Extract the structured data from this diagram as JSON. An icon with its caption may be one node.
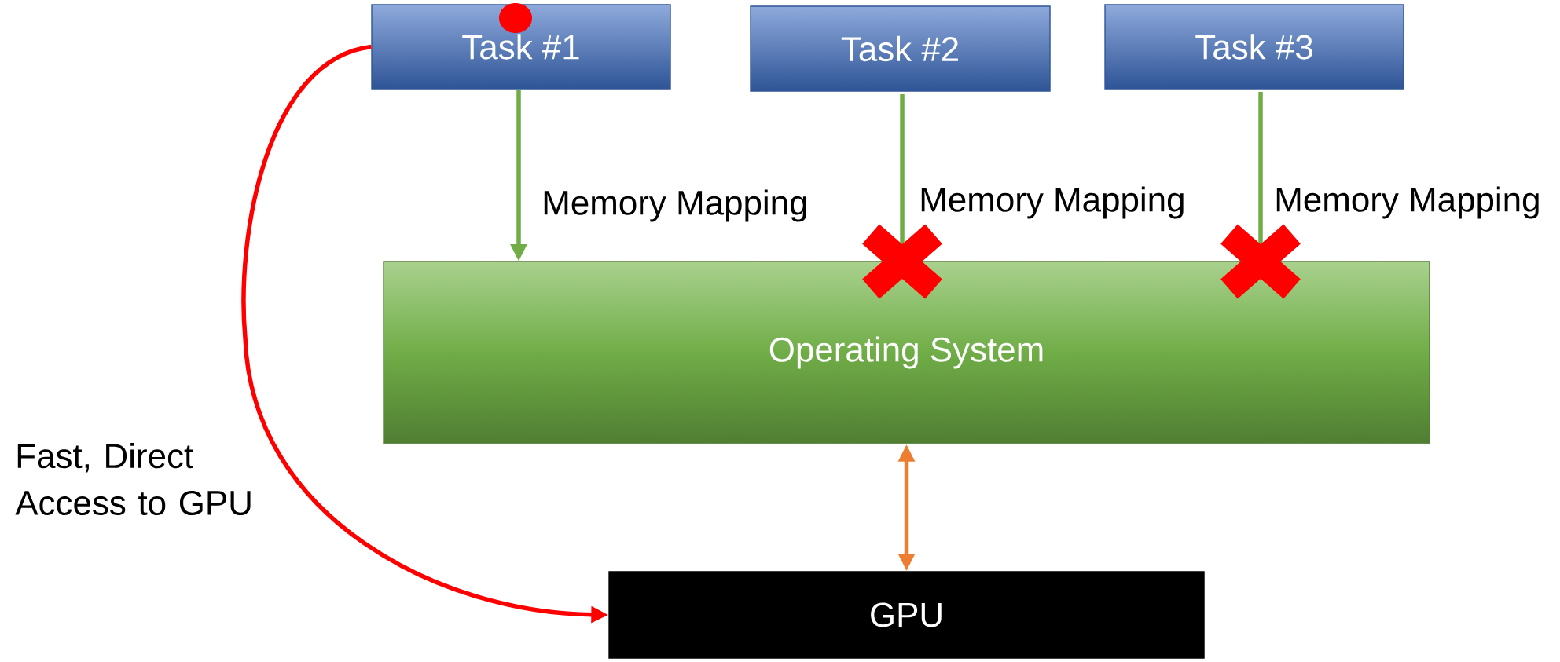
{
  "diagram": {
    "nodes": [
      {
        "text": [
          "Task #1"
        ]
      },
      {
        "text": [
          "Task #2"
        ]
      },
      {
        "text": [
          "Task #3"
        ]
      },
      {
        "text": [
          "Operating System"
        ]
      },
      {
        "text": [
          "GPU"
        ]
      }
    ],
    "edges": [
      {
        "from": 0,
        "to": 3,
        "arrow": "to",
        "label": "Memory Mapping",
        "color": "#70ad47"
      },
      {
        "from": 1,
        "to": 3,
        "arrow": "none",
        "label": "Memory Mapping",
        "color": "#70ad47"
      },
      {
        "from": 2,
        "to": 3,
        "arrow": "none",
        "label": "Memory Mapping",
        "color": "#70ad47"
      },
      {
        "from": 3,
        "to": 4,
        "arrow": "both",
        "color": "#ed7d31"
      },
      {
        "from": 0,
        "to": 4,
        "arrow": "to",
        "label": "Fast, Direct Access to GPU",
        "color": "#ff0000"
      }
    ]
  }
}
